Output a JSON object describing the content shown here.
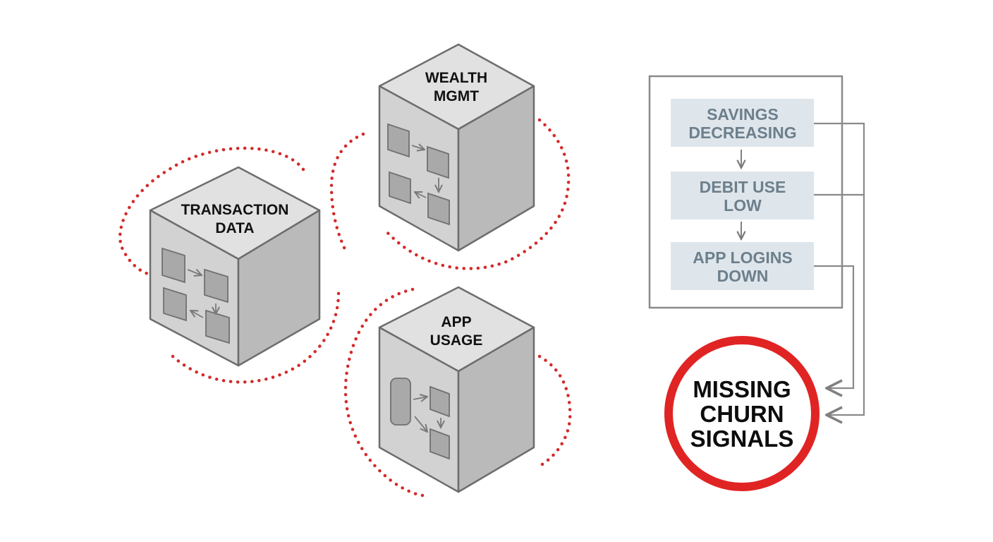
{
  "cubes": {
    "transaction": {
      "line1": "TRANSACTION",
      "line2": "DATA"
    },
    "wealth": {
      "line1": "WEALTH",
      "line2": "MGMT"
    },
    "app": {
      "line1": "APP",
      "line2": "USAGE"
    }
  },
  "signals": [
    {
      "line1": "SAVINGS",
      "line2": "DECREASING"
    },
    {
      "line1": "DEBIT USE",
      "line2": "LOW"
    },
    {
      "line1": "APP LOGINS",
      "line2": "DOWN"
    }
  ],
  "alert": {
    "line1": "MISSING",
    "line2": "CHURN",
    "line3": "SIGNALS"
  },
  "colors": {
    "cube_top": "#e1e1e1",
    "cube_left": "#d2d2d2",
    "cube_right": "#bababa",
    "cube_stroke": "#6d6d6d",
    "dots": "#d42a2a",
    "signal_box": "#dfe6eb",
    "signal_text": "#6c7f8c",
    "alert_ring": "#e02424",
    "connector": "#8a8a8a"
  }
}
